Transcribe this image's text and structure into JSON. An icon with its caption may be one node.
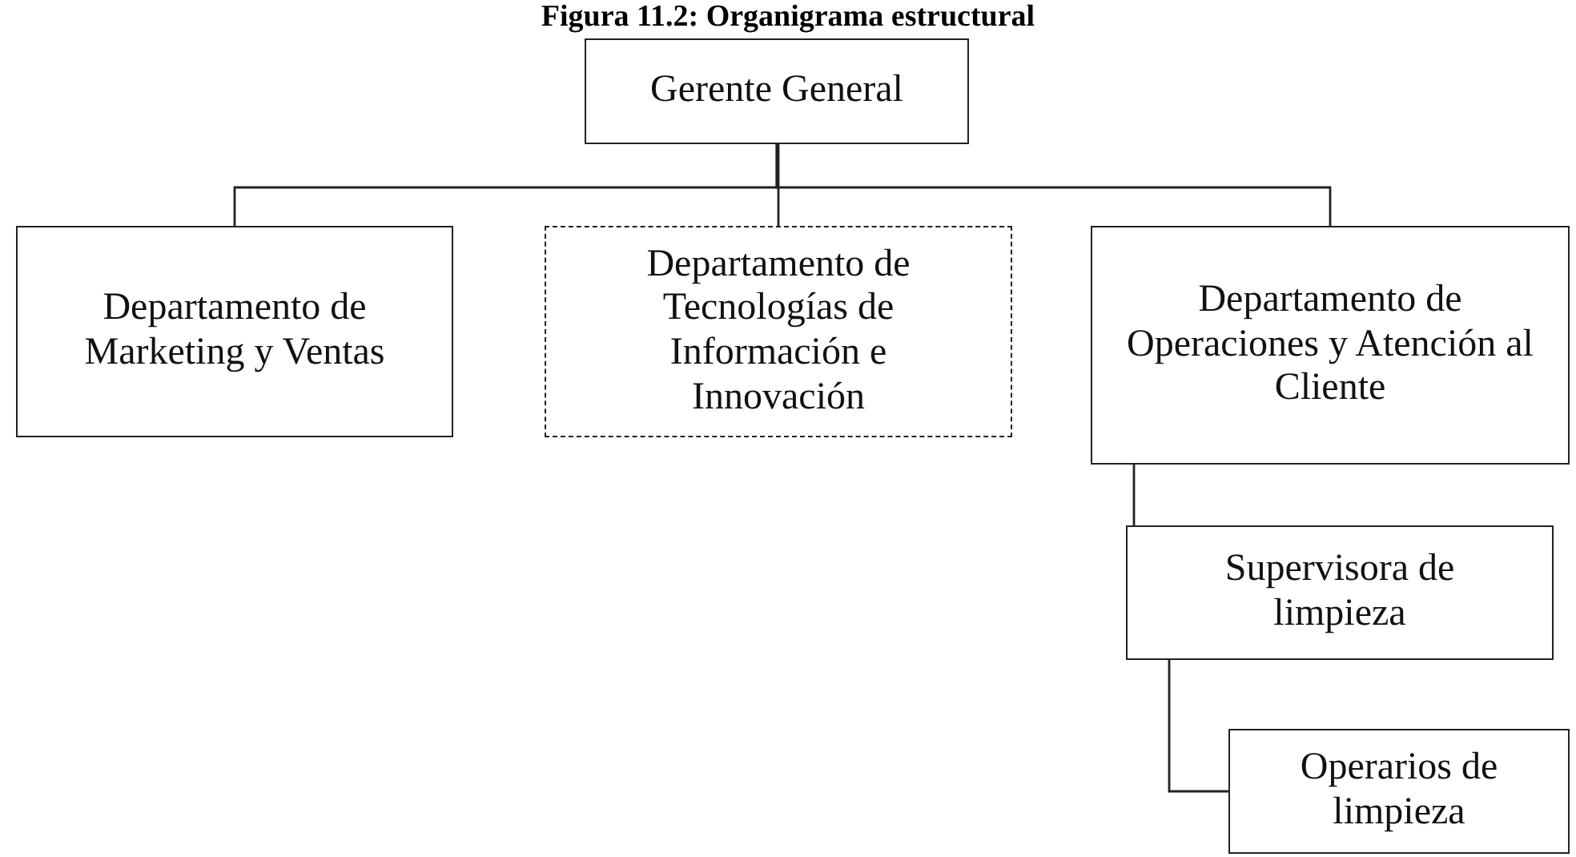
{
  "diagram": {
    "title": "Figura 11.2: Organigrama estructural",
    "nodes": [
      {
        "text": [
          "Gerente General"
        ]
      },
      {
        "text": [
          "Departamento de Marketing y Ventas"
        ]
      },
      {
        "text": [
          "Departamento de Tecnologías de Información e Innovación"
        ]
      },
      {
        "text": [
          "Departamento de Operaciones y Atención al Cliente"
        ]
      },
      {
        "text": [
          "Supervisora de limpieza"
        ]
      },
      {
        "text": [
          "Operarios de limpieza"
        ]
      }
    ],
    "edges": [
      {
        "from": 0,
        "to": 1,
        "arrow": "none"
      },
      {
        "from": 0,
        "to": 2,
        "arrow": "none"
      },
      {
        "from": 0,
        "to": 3,
        "arrow": "none"
      },
      {
        "from": 3,
        "to": 4,
        "arrow": "none"
      },
      {
        "from": 4,
        "to": 5,
        "arrow": "none"
      }
    ]
  }
}
